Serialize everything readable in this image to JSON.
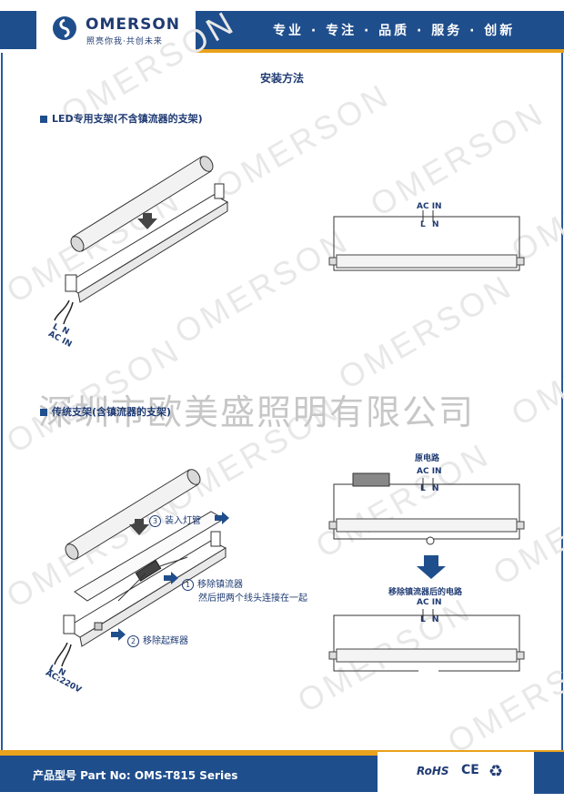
{
  "header": {
    "brand": "OMERSON",
    "brand_sub": "照亮你我·共创未来",
    "slogan": "专业 · 专注 · 品质 · 服务 · 创新"
  },
  "page_title": "安装方法",
  "section1": {
    "heading": "LED专用支架(不含镇流器的支架)",
    "left_labels": {
      "l": "L",
      "n": "N",
      "ac": "AC IN"
    },
    "circuit": {
      "acin": "AC IN",
      "l": "L",
      "n": "N"
    }
  },
  "watermark": {
    "brand": "OMERSON",
    "company_cn": "深圳市欧美盛照明有限公司"
  },
  "section2": {
    "heading": "传统支架(含镇流器的支架)",
    "step3_num": "3",
    "step3": "装入灯管",
    "step1_num": "1",
    "step1_line1": "移除镇流器",
    "step1_line2": "然后把两个线头连接在一起",
    "step2_num": "2",
    "step2": "移除起辉器",
    "left_labels": {
      "l": "L",
      "n": "N",
      "ac": "AC:220V"
    },
    "original_circuit": {
      "title": "原电路",
      "acin": "AC IN",
      "l": "L",
      "n": "N"
    },
    "after_circuit": {
      "title": "移除镇流器后的电路",
      "acin": "AC IN",
      "l": "L",
      "n": "N"
    }
  },
  "footer": {
    "part_label": "产品型号 Part No:  OMS-T815 Series",
    "rohs": "RoHS",
    "ce": "CE",
    "recycle_icon": "recycle-icon"
  },
  "colors": {
    "navy": "#1f4e8c",
    "orange": "#e9a21b",
    "text": "#1f3b73"
  }
}
